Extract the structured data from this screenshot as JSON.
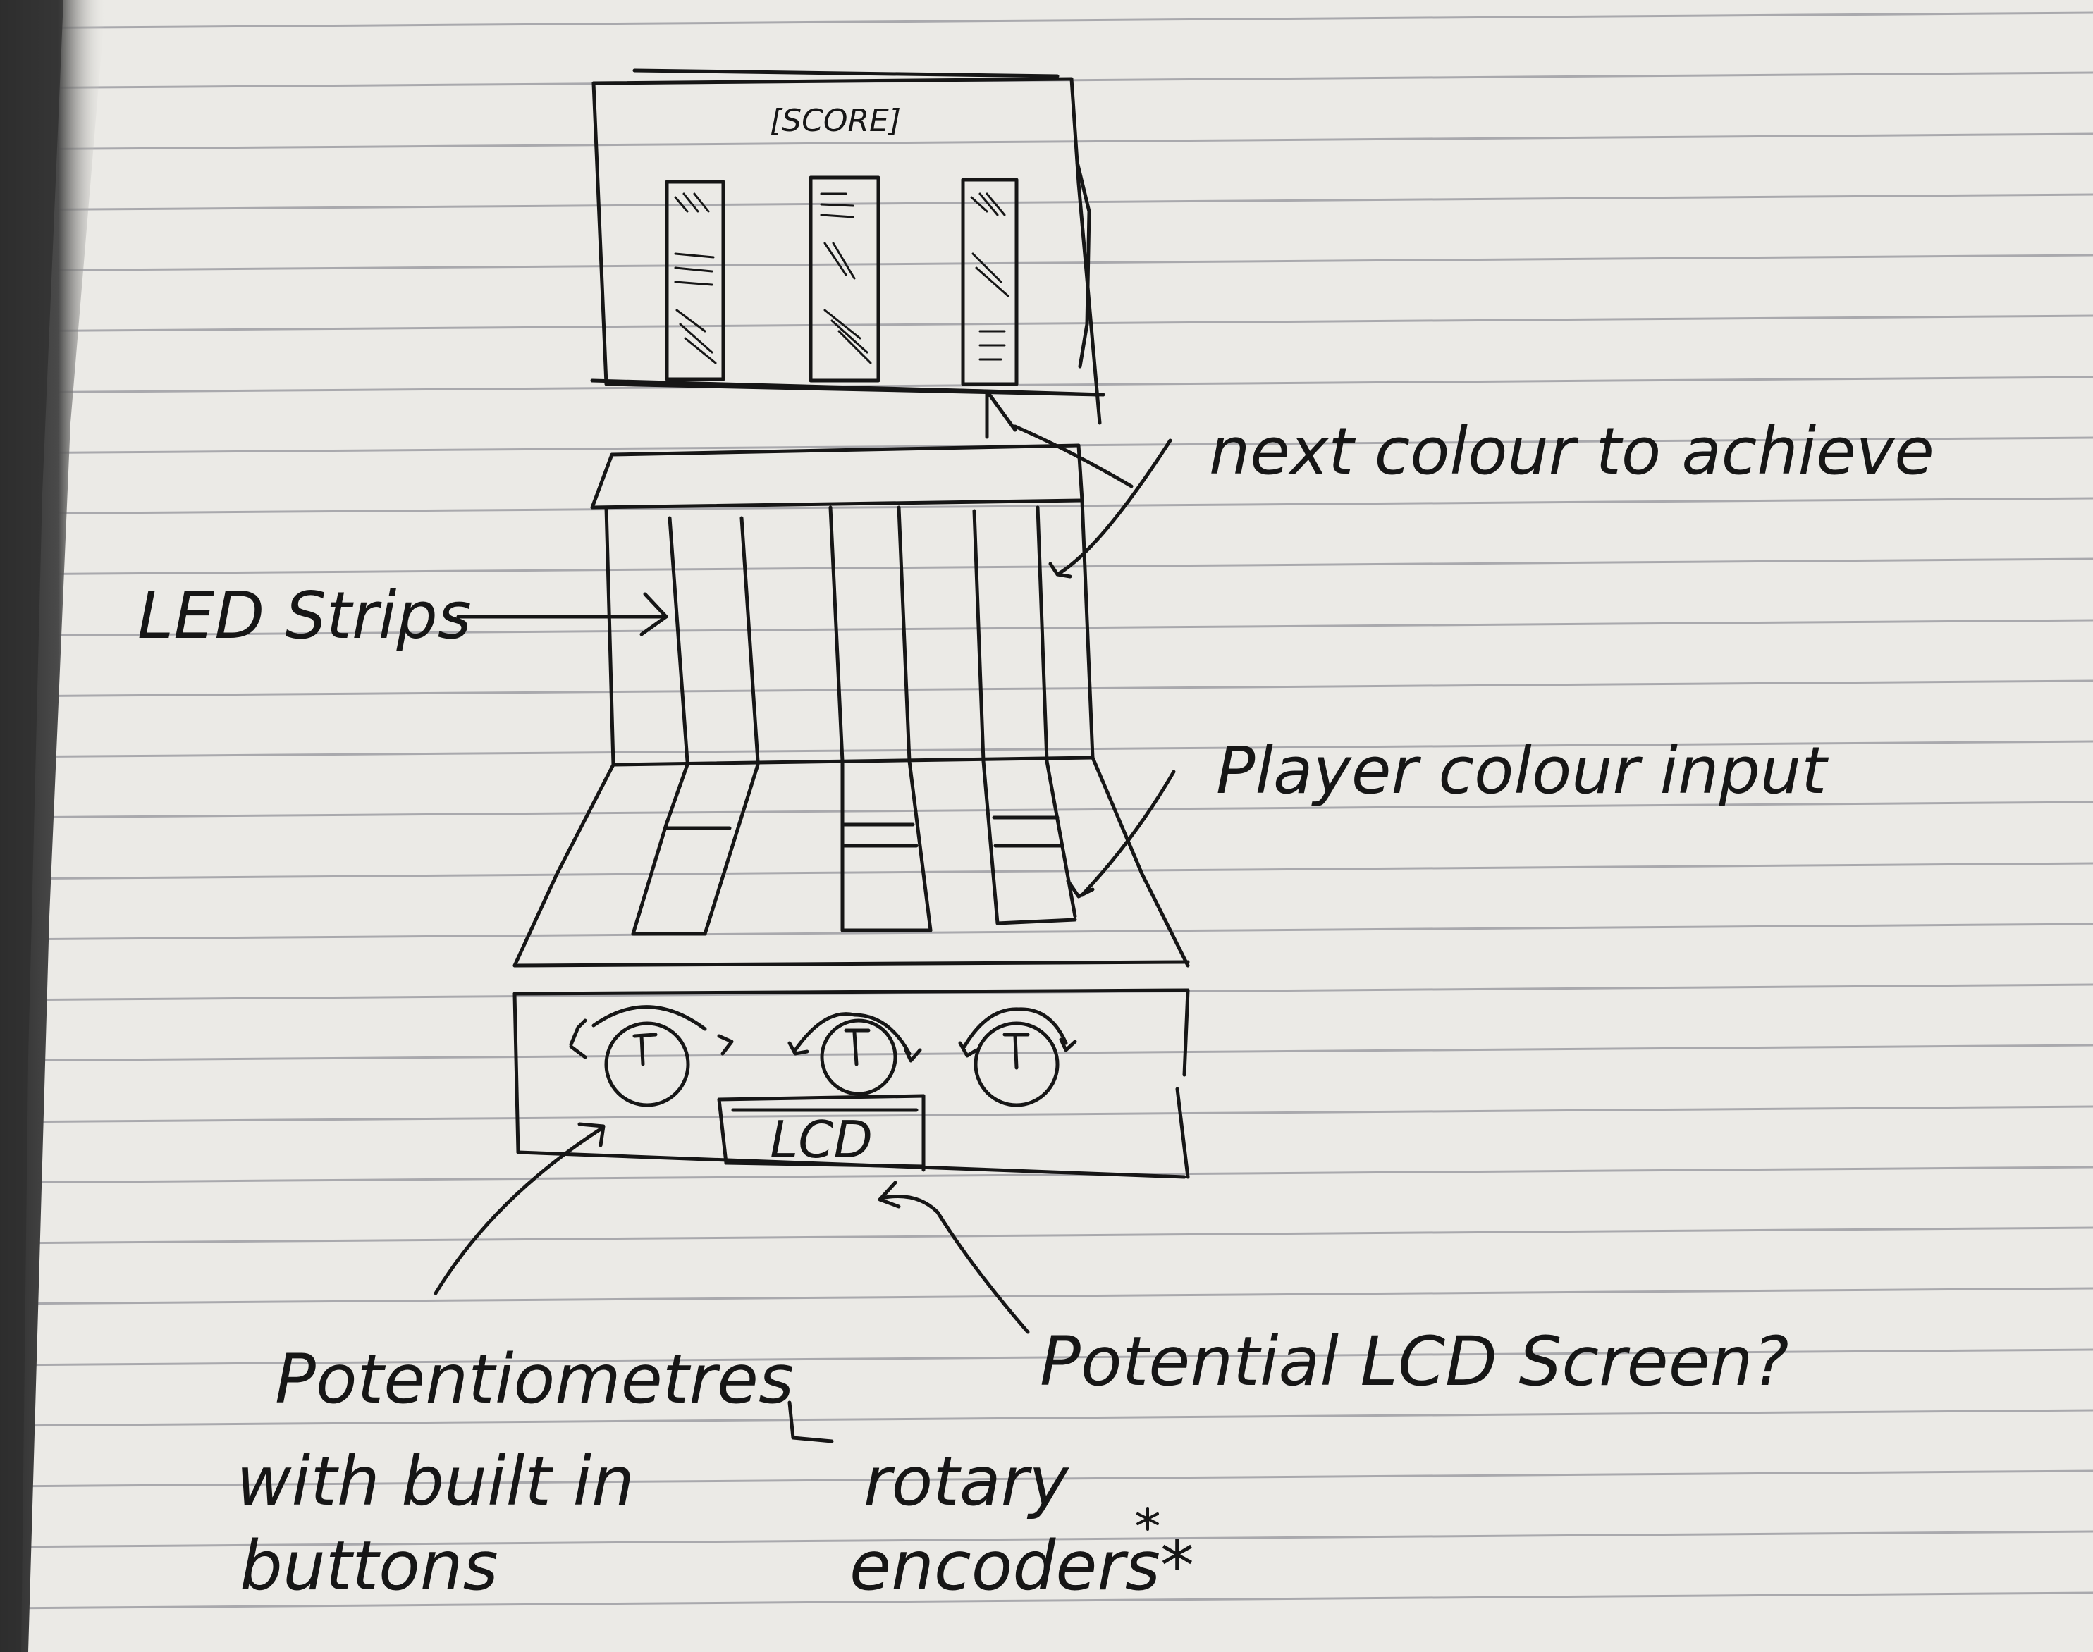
{
  "labels": {
    "score": "[SCORE]",
    "next_colour": "next colour to achieve",
    "led_strips": "LED Strips",
    "player_colour": "Player colour input",
    "lcd": "LCD",
    "potential_lcd": "Potential LCD Screen?",
    "pot_line1": "Potentiometres",
    "pot_line2": "with built in",
    "pot_line3": "buttons",
    "rotary_line1": "rotary",
    "rotary_line2": "encoders*"
  },
  "colors": {
    "paper": "#e9e8e4",
    "ink": "#161616",
    "rule_line": "#a9a9ad",
    "margin_shadow": "#3a3a3a"
  }
}
